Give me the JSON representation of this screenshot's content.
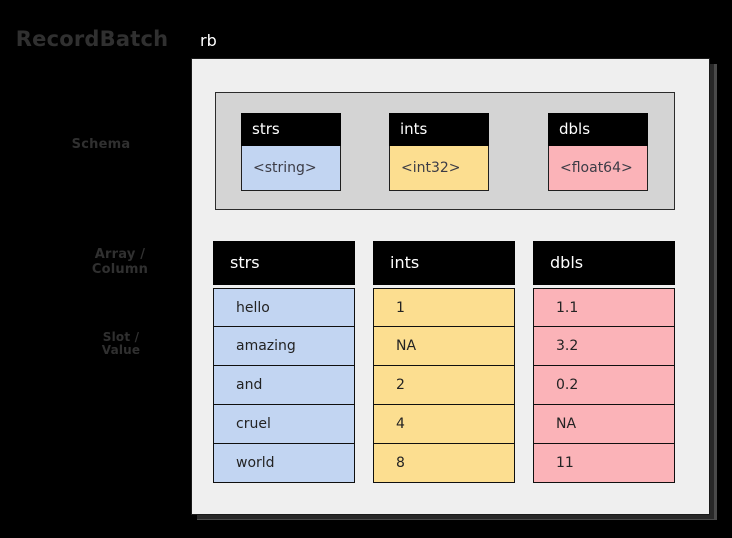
{
  "diagram": {
    "title": "rb",
    "annotations": [
      {
        "id": "recordbatch",
        "label": "RecordBatch"
      },
      {
        "id": "schema",
        "label": "Schema"
      },
      {
        "id": "array",
        "label": "Array /\nColumn"
      },
      {
        "id": "slot",
        "label": "Slot /\nValue"
      }
    ],
    "schema": {
      "fields": [
        {
          "name": "strs",
          "type": "<string>",
          "color": "#c2d5f2",
          "swatch": "blue"
        },
        {
          "name": "ints",
          "type": "<int32>",
          "color": "#fcde90",
          "swatch": "yellow"
        },
        {
          "name": "dbls",
          "type": "<float64>",
          "color": "#fbb3b8",
          "swatch": "pink"
        }
      ]
    },
    "columns": [
      {
        "name": "strs",
        "swatch": "blue",
        "values": [
          "hello",
          "amazing",
          "and",
          "cruel",
          "world"
        ]
      },
      {
        "name": "ints",
        "swatch": "yellow",
        "values": [
          "1",
          "NA",
          "2",
          "4",
          "8"
        ]
      },
      {
        "name": "dbls",
        "swatch": "pink",
        "values": [
          "1.1",
          "3.2",
          "0.2",
          "NA",
          "11"
        ]
      }
    ],
    "colors": {
      "background": "#000000",
      "panel": "#efefef",
      "schema_panel": "#d4d4d4",
      "header": "#000000",
      "header_text": "#ffffff",
      "string_fill": "#c2d5f2",
      "int_fill": "#fcde90",
      "float_fill": "#fbb3b8",
      "annotation_text": "#303030",
      "stroke": "#111111"
    }
  }
}
